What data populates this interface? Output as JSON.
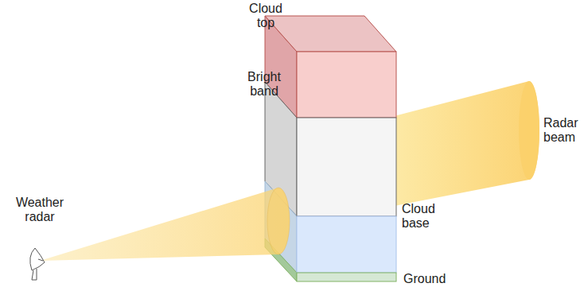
{
  "diagram": {
    "labels": [
      "Cloud top",
      "Bright band",
      "Weather radar",
      "Radar beam",
      "Cloud base",
      "Ground"
    ]
  }
}
